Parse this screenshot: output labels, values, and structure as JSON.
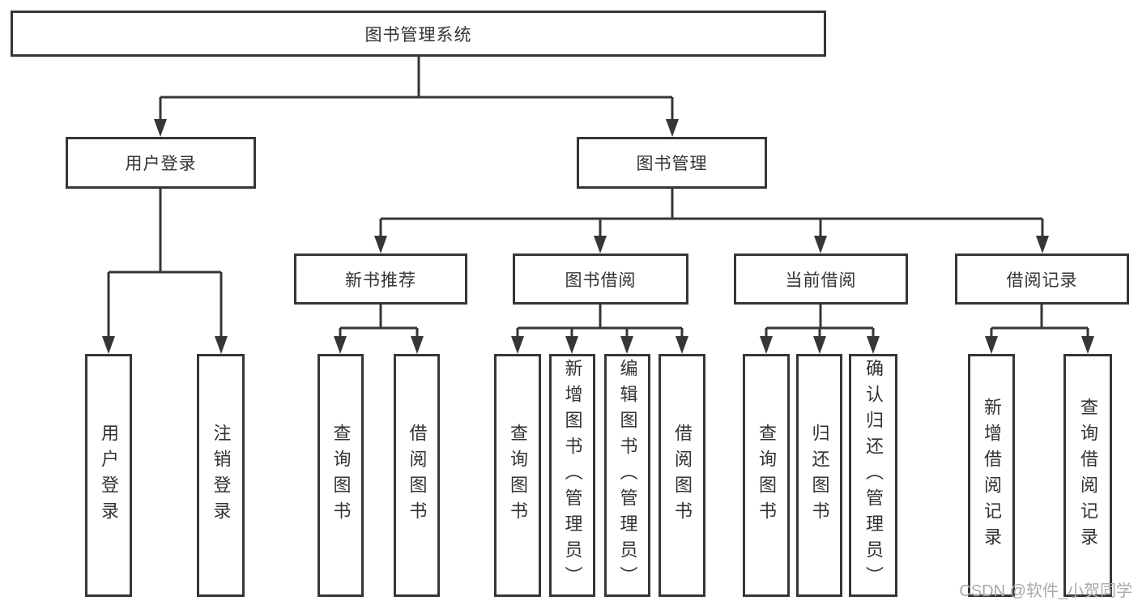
{
  "tree": {
    "label": "图书管理系统",
    "children": [
      {
        "label": "用户登录",
        "children": [
          {
            "label": "用户登录"
          },
          {
            "label": "注销登录"
          }
        ]
      },
      {
        "label": "图书管理",
        "children": [
          {
            "label": "新书推荐",
            "children": [
              {
                "label": "查询图书"
              },
              {
                "label": "借阅图书"
              }
            ]
          },
          {
            "label": "图书借阅",
            "children": [
              {
                "label": "查询图书"
              },
              {
                "label": "新增图书（管理员）"
              },
              {
                "label": "编辑图书（管理员）"
              },
              {
                "label": "借阅图书"
              }
            ]
          },
          {
            "label": "当前借阅",
            "children": [
              {
                "label": "查询图书"
              },
              {
                "label": "归还图书"
              },
              {
                "label": "确认归还（管理员）"
              }
            ]
          },
          {
            "label": "借阅记录",
            "children": [
              {
                "label": "新增借阅记录"
              },
              {
                "label": "查询借阅记录"
              }
            ]
          }
        ]
      }
    ]
  },
  "watermark": {
    "text": "CSDN @软件_小贺同学"
  },
  "colors": {
    "line": "#363636",
    "text": "#333333",
    "watermark": "#a9a9a9",
    "bg": "#ffffff"
  }
}
